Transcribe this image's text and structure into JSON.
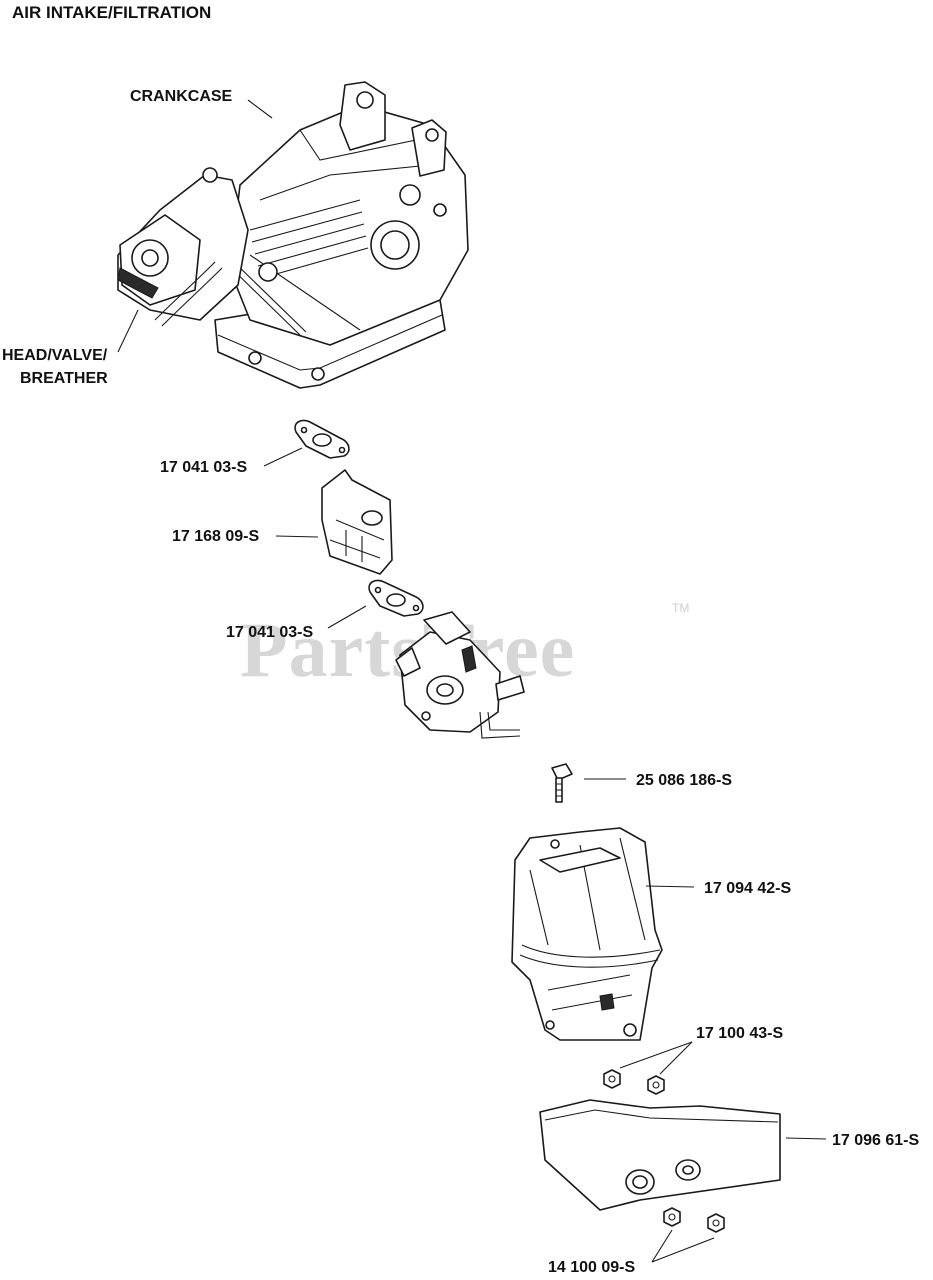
{
  "title": "AIR INTAKE/FILTRATION",
  "watermark": {
    "text": "PartsTree",
    "trademark": "TM"
  },
  "assembly_labels": {
    "crankcase": "CRANKCASE",
    "head_valve_breather_line1": "HEAD/VALVE/",
    "head_valve_breather_line2": "BREATHER"
  },
  "parts": [
    {
      "part_number": "17 041 03-S"
    },
    {
      "part_number": "17 168 09-S"
    },
    {
      "part_number": "17 041 03-S"
    },
    {
      "part_number": "25 086 186-S"
    },
    {
      "part_number": "17 094 42-S"
    },
    {
      "part_number": "17 100 43-S"
    },
    {
      "part_number": "17 096 61-S"
    },
    {
      "part_number": "14 100 09-S"
    }
  ]
}
